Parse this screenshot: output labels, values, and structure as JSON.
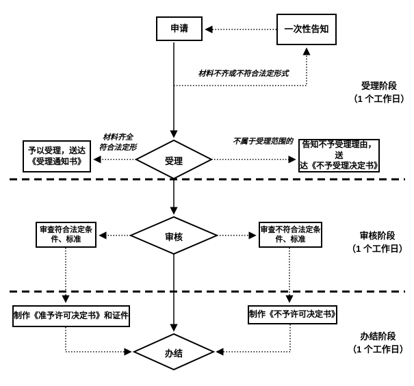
{
  "flow": {
    "apply": "申请",
    "one_time_notice": "一次性告知",
    "accept": "受理",
    "review": "审核",
    "finish": "办结",
    "accept_notify_lines": [
      "予以受理，送达",
      "《受理通知书》"
    ],
    "reject_notify_lines": [
      "告知不予受理理由，送",
      "达《不予受理决定书》"
    ],
    "review_pass_lines": [
      "审查符合法定条",
      "件、标准"
    ],
    "review_fail_lines": [
      "审查不符合法定条",
      "件、标准"
    ],
    "make_permit": "制作《准予许可决定书》和证件",
    "make_denial": "制作《不予许可决定书》"
  },
  "edge_labels": {
    "incomplete": "材料不齐或不符合法定形式",
    "complete_lines": [
      "材料齐全",
      "符合法定形"
    ],
    "out_of_scope": "不属于受理范围的"
  },
  "stages": [
    {
      "name": "受理阶段",
      "duration": "（1 个工作日）"
    },
    {
      "name": "审核阶段",
      "duration": "（1 个工作日）"
    },
    {
      "name": "办结阶段",
      "duration": "（1 个工作日）"
    }
  ],
  "colors": {
    "line": "#000000",
    "background": "#ffffff"
  }
}
